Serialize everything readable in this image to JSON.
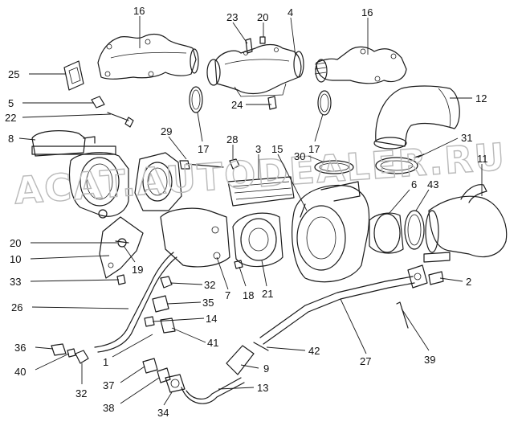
{
  "watermark": "ACAT.AUTODEALER.RU",
  "callouts": [
    {
      "id": "c16a",
      "label": "16"
    },
    {
      "id": "c23",
      "label": "23"
    },
    {
      "id": "c20a",
      "label": "20"
    },
    {
      "id": "c4",
      "label": "4"
    },
    {
      "id": "c16b",
      "label": "16"
    },
    {
      "id": "c25",
      "label": "25"
    },
    {
      "id": "c5",
      "label": "5"
    },
    {
      "id": "c22",
      "label": "22"
    },
    {
      "id": "c24",
      "label": "24"
    },
    {
      "id": "c17a",
      "label": "17"
    },
    {
      "id": "c17b",
      "label": "17"
    },
    {
      "id": "c12",
      "label": "12"
    },
    {
      "id": "c8",
      "label": "8"
    },
    {
      "id": "c29",
      "label": "29"
    },
    {
      "id": "c28",
      "label": "28"
    },
    {
      "id": "c3",
      "label": "3"
    },
    {
      "id": "c15",
      "label": "15"
    },
    {
      "id": "c30",
      "label": "30"
    },
    {
      "id": "c31",
      "label": "31"
    },
    {
      "id": "c11",
      "label": "11"
    },
    {
      "id": "c6",
      "label": "6"
    },
    {
      "id": "c43",
      "label": "43"
    },
    {
      "id": "c20b",
      "label": "20"
    },
    {
      "id": "c10",
      "label": "10"
    },
    {
      "id": "c19",
      "label": "19"
    },
    {
      "id": "c33",
      "label": "33"
    },
    {
      "id": "c32a",
      "label": "32"
    },
    {
      "id": "c7",
      "label": "7"
    },
    {
      "id": "c18",
      "label": "18"
    },
    {
      "id": "c21",
      "label": "21"
    },
    {
      "id": "c2",
      "label": "2"
    },
    {
      "id": "c35",
      "label": "35"
    },
    {
      "id": "c26",
      "label": "26"
    },
    {
      "id": "c14",
      "label": "14"
    },
    {
      "id": "c41",
      "label": "41"
    },
    {
      "id": "c1",
      "label": "1"
    },
    {
      "id": "c36",
      "label": "36"
    },
    {
      "id": "c40",
      "label": "40"
    },
    {
      "id": "c32b",
      "label": "32"
    },
    {
      "id": "c42",
      "label": "42"
    },
    {
      "id": "c27",
      "label": "27"
    },
    {
      "id": "c39",
      "label": "39"
    },
    {
      "id": "c9",
      "label": "9"
    },
    {
      "id": "c37",
      "label": "37"
    },
    {
      "id": "c13",
      "label": "13"
    },
    {
      "id": "c38",
      "label": "38"
    },
    {
      "id": "c34",
      "label": "34"
    }
  ]
}
